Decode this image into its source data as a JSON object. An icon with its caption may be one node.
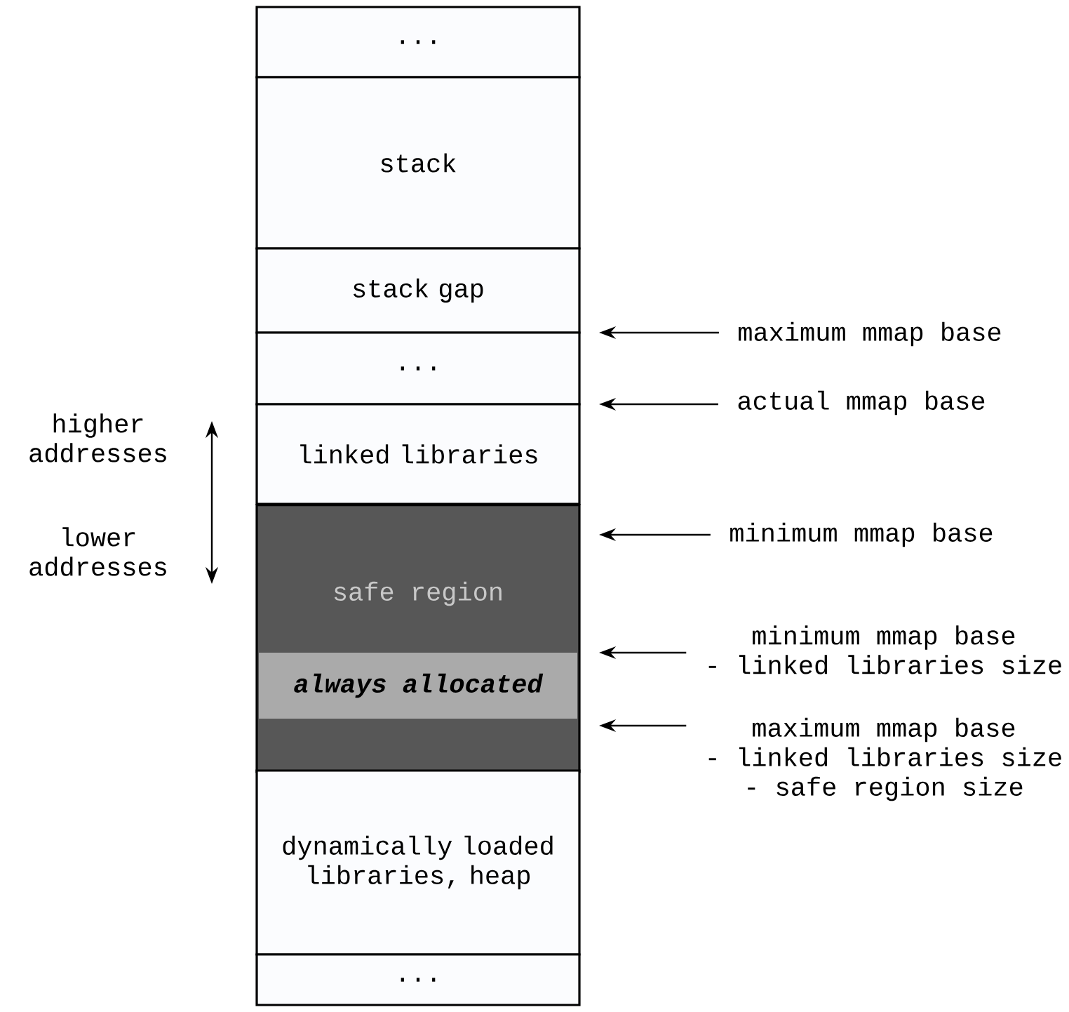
{
  "diagram": {
    "nodes": [
      {
        "text": [
          "..."
        ]
      },
      {
        "text": [
          "stack"
        ]
      },
      {
        "text": [
          "stack gap"
        ]
      },
      {
        "text": [
          "..."
        ]
      },
      {
        "text": [
          "linked libraries"
        ]
      },
      {
        "text": [
          "safe region"
        ]
      },
      {
        "text": [
          "always allocated"
        ],
        "in": 5
      },
      {
        "text": [
          "dynamically loaded libraries, heap"
        ]
      },
      {
        "text": [
          "..."
        ]
      },
      {
        "text": [
          "maximum mmap base"
        ]
      },
      {
        "text": [
          "actual mmap base"
        ]
      },
      {
        "text": [
          "minimum mmap base"
        ]
      },
      {
        "text": [
          "minimum mmap base",
          "- linked libraries size"
        ]
      },
      {
        "text": [
          "maximum mmap base",
          "- linked libraries size",
          "- safe region size"
        ]
      }
    ],
    "edges": [
      {
        "from": 9,
        "to": null,
        "arrow": "to"
      },
      {
        "from": 10,
        "to": null,
        "arrow": "to"
      },
      {
        "from": 11,
        "to": null,
        "arrow": "to"
      },
      {
        "from": 12,
        "to": null,
        "arrow": "to"
      },
      {
        "from": 13,
        "to": null,
        "arrow": "to"
      }
    ],
    "labels": [
      "higher addresses",
      "lower addresses"
    ]
  }
}
